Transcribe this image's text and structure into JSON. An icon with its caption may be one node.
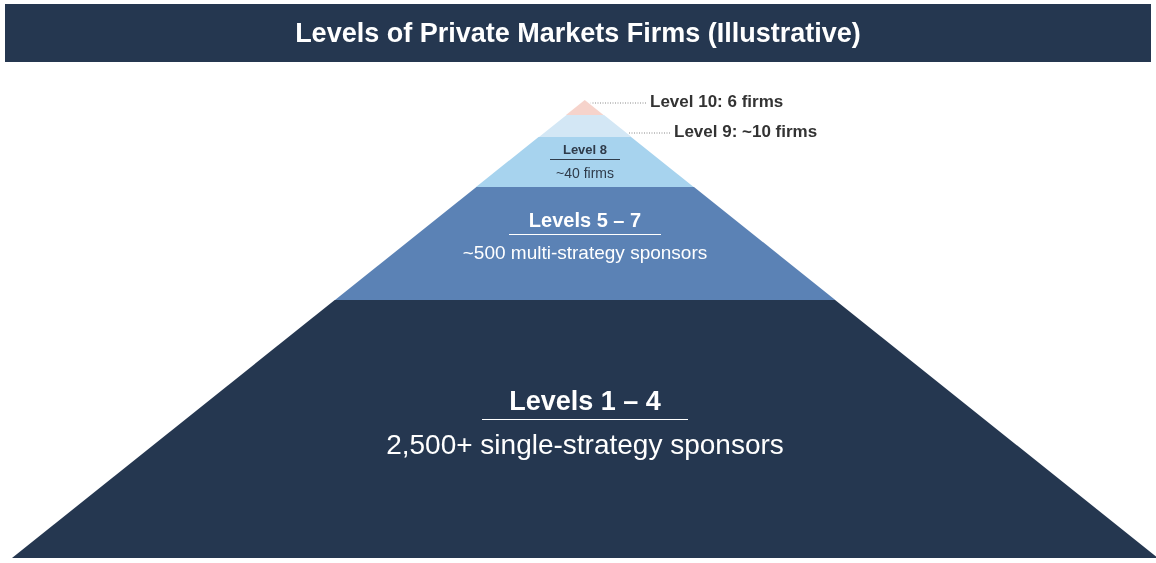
{
  "diagram": {
    "title": "Levels of Private Markets Firms (Illustrative)",
    "nodes": [
      {
        "text": [
          "Level 10: 6 firms"
        ]
      },
      {
        "text": [],
        "shape": "triangle"
      },
      {
        "text": [
          "Level 9: ~10 firms"
        ]
      },
      {
        "text": [],
        "shape": "trapezoid"
      },
      {
        "text": [
          "Level 8",
          "~40 firms"
        ]
      },
      {
        "text": [
          "Levels 5 – 7",
          "~500 multi-strategy sponsors"
        ]
      },
      {
        "text": [
          "Levels 1 – 4",
          "2,500+ single-strategy sponsors"
        ]
      }
    ],
    "edges": [
      {
        "from": 0,
        "to": 1,
        "arrow": "none"
      },
      {
        "from": 2,
        "to": 3,
        "arrow": "none"
      }
    ]
  }
}
